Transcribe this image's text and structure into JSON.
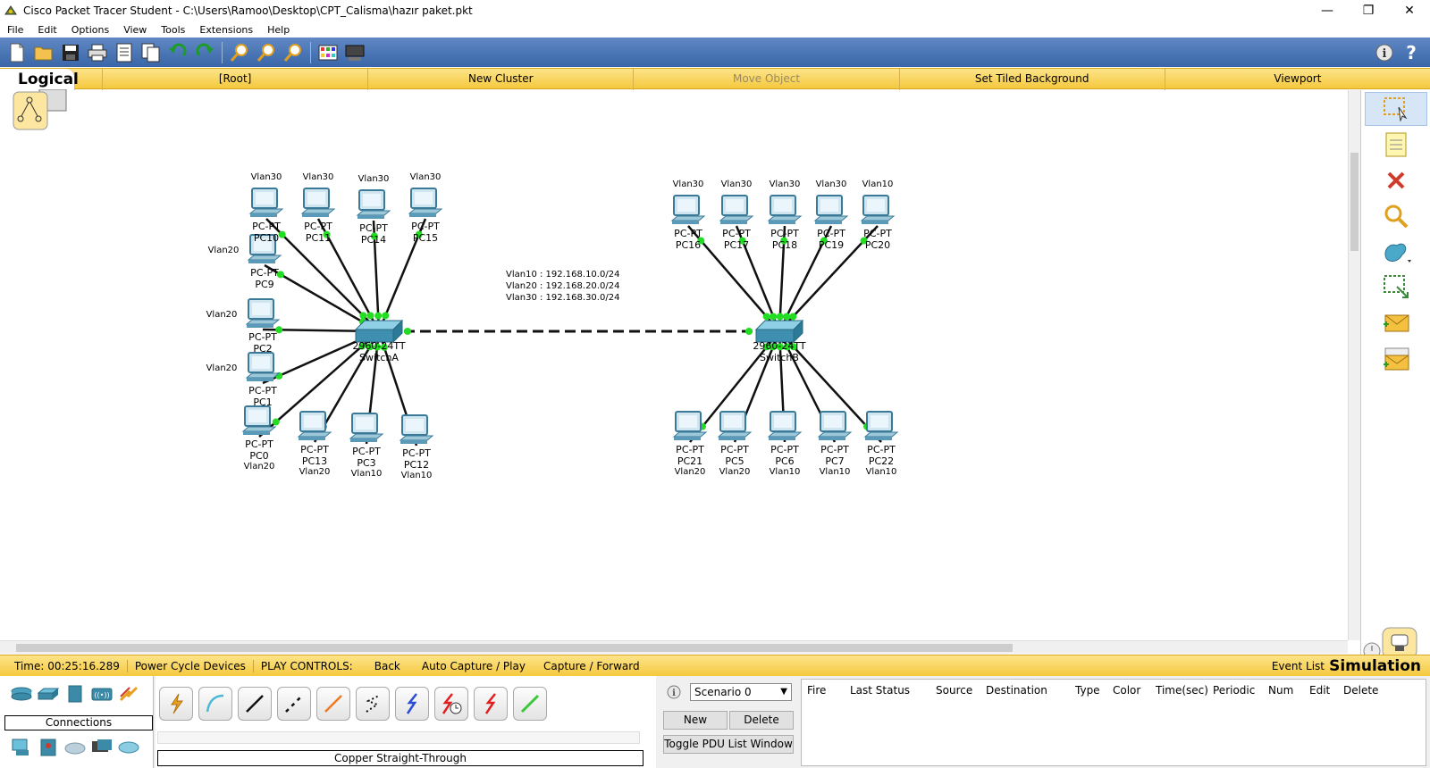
{
  "window": {
    "title": "Cisco Packet Tracer Student - C:\\Users\\Ramoo\\Desktop\\CPT_Calisma\\hazır paket.pkt",
    "minimize": "—",
    "maximize": "❐",
    "close": "✕"
  },
  "menu": [
    "File",
    "Edit",
    "Options",
    "View",
    "Tools",
    "Extensions",
    "Help"
  ],
  "navbar": {
    "logical": "Logical",
    "items": [
      "[Root]",
      "New Cluster",
      "Move Object",
      "Set Tiled Background",
      "Viewport"
    ]
  },
  "network": {
    "note": [
      "Vlan10 : 192.168.10.0/24",
      "Vlan20 : 192.168.20.0/24",
      "Vlan30 : 192.168.30.0/24"
    ],
    "switches": [
      {
        "id": "SwitchA",
        "model": "2960-24TT",
        "name": "SwitchA"
      },
      {
        "id": "SwitchB",
        "model": "2960-24TT",
        "name": "SwitchB"
      }
    ],
    "pcs": [
      {
        "name": "PC10",
        "type": "PC-PT",
        "vlan": "Vlan30",
        "switch": "A"
      },
      {
        "name": "PC11",
        "type": "PC-PT",
        "vlan": "Vlan30",
        "switch": "A"
      },
      {
        "name": "PC14",
        "type": "PC-PT",
        "vlan": "Vlan30",
        "switch": "A"
      },
      {
        "name": "PC15",
        "type": "PC-PT",
        "vlan": "Vlan30",
        "switch": "A"
      },
      {
        "name": "PC9",
        "type": "PC-PT",
        "vlan": "Vlan20",
        "switch": "A"
      },
      {
        "name": "PC2",
        "type": "PC-PT",
        "vlan": "Vlan20",
        "switch": "A"
      },
      {
        "name": "PC1",
        "type": "PC-PT",
        "vlan": "Vlan20",
        "switch": "A"
      },
      {
        "name": "PC0",
        "type": "PC-PT",
        "vlan": "Vlan20",
        "switch": "A"
      },
      {
        "name": "PC13",
        "type": "PC-PT",
        "vlan": "Vlan20",
        "switch": "A"
      },
      {
        "name": "PC3",
        "type": "PC-PT",
        "vlan": "Vlan10",
        "switch": "A"
      },
      {
        "name": "PC12",
        "type": "PC-PT",
        "vlan": "Vlan10",
        "switch": "A"
      },
      {
        "name": "PC16",
        "type": "PC-PT",
        "vlan": "Vlan30",
        "switch": "B"
      },
      {
        "name": "PC17",
        "type": "PC-PT",
        "vlan": "Vlan30",
        "switch": "B"
      },
      {
        "name": "PC18",
        "type": "PC-PT",
        "vlan": "Vlan30",
        "switch": "B"
      },
      {
        "name": "PC19",
        "type": "PC-PT",
        "vlan": "Vlan30",
        "switch": "B"
      },
      {
        "name": "PC20",
        "type": "PC-PT",
        "vlan": "Vlan10",
        "switch": "B"
      },
      {
        "name": "PC21",
        "type": "PC-PT",
        "vlan": "Vlan20",
        "switch": "B"
      },
      {
        "name": "PC5",
        "type": "PC-PT",
        "vlan": "Vlan20",
        "switch": "B"
      },
      {
        "name": "PC6",
        "type": "PC-PT",
        "vlan": "Vlan10",
        "switch": "B"
      },
      {
        "name": "PC7",
        "type": "PC-PT",
        "vlan": "Vlan10",
        "switch": "B"
      },
      {
        "name": "PC22",
        "type": "PC-PT",
        "vlan": "Vlan10",
        "switch": "B"
      }
    ]
  },
  "status": {
    "time": "Time: 00:25:16.289",
    "power_cycle": "Power Cycle Devices",
    "play_controls": "PLAY CONTROLS:",
    "back": "Back",
    "auto_capture": "Auto Capture / Play",
    "capture_forward": "Capture / Forward",
    "event_list": "Event List",
    "mode": "Simulation"
  },
  "devices": {
    "category_label": "Connections",
    "connection_label": "Copper Straight-Through"
  },
  "pdu": {
    "scenario": "Scenario 0",
    "new": "New",
    "delete": "Delete",
    "toggle": "Toggle PDU List Window",
    "columns": [
      "Fire",
      "Last Status",
      "Source",
      "Destination",
      "Type",
      "Color",
      "Time(sec)",
      "Periodic",
      "Num",
      "Edit",
      "Delete"
    ]
  },
  "colors": {
    "toolbar": "#3a66a8",
    "navbar": "#f5c93e",
    "link_up": "#22dd22",
    "switch": "#3f8fb0"
  }
}
